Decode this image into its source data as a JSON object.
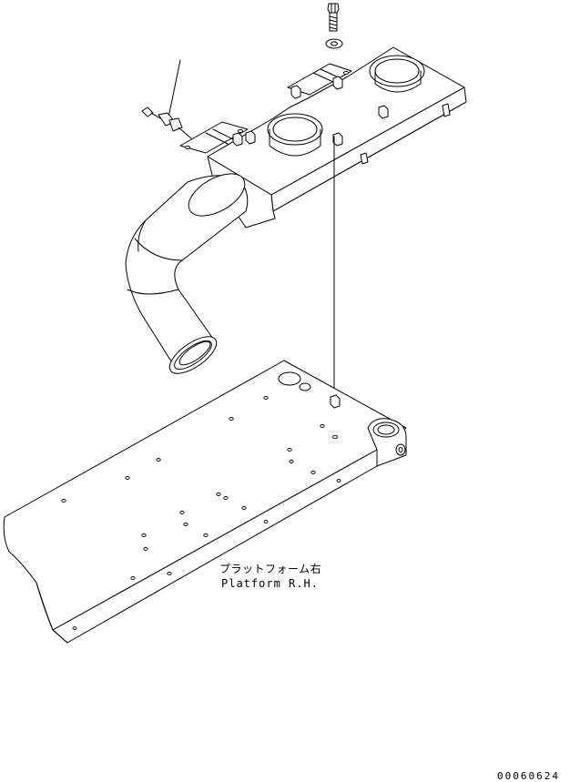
{
  "labels": {
    "platform_jp": "プラットフォーム右",
    "platform_en": "Platform R.H."
  },
  "doc_number": "00060624",
  "colors": {
    "line": "#000000",
    "background": "#ffffff"
  }
}
